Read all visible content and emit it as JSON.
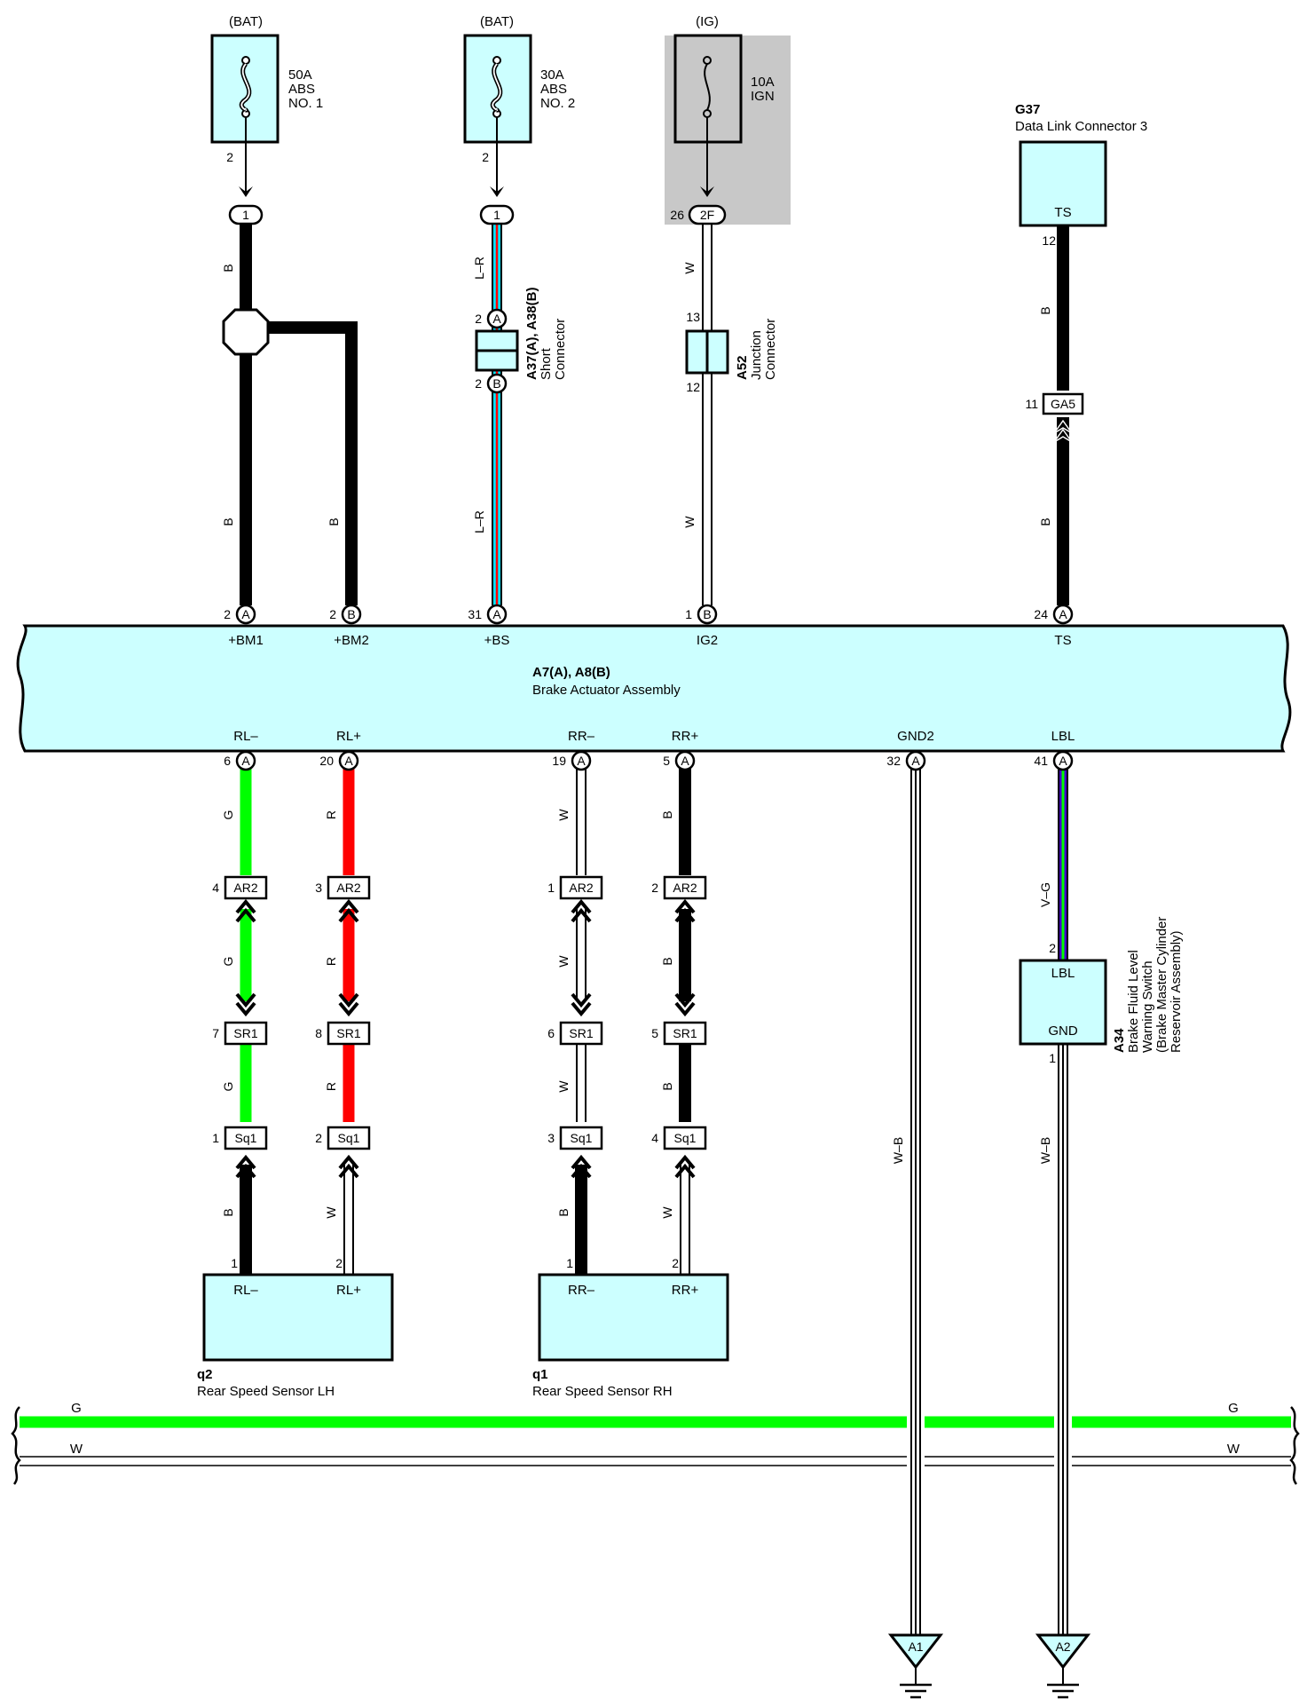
{
  "colors": {
    "component_fill": "#ccffff",
    "wire_black": "#000000",
    "wire_green": "#00ff00",
    "wire_red": "#ff0000",
    "wire_blue": "#00e5ff",
    "wire_violet": "#4400cc",
    "ig_shade": "#c8c8c8"
  },
  "fuses": [
    {
      "source": "(BAT)",
      "rating": "50A",
      "name1": "ABS",
      "name2": "NO. 1",
      "pin": "2",
      "connector": "1"
    },
    {
      "source": "(BAT)",
      "rating": "30A",
      "name1": "ABS",
      "name2": "NO. 2",
      "pin": "2",
      "connector": "1"
    },
    {
      "source": "(IG)",
      "rating": "10A",
      "name1": "IGN",
      "name2": "",
      "pin": "26",
      "connector": "2F"
    }
  ],
  "dlc": {
    "code": "G37",
    "name": "Data Link Connector 3",
    "terminal": "TS",
    "pin": "12",
    "ga5_pin": "11",
    "ga5": "GA5"
  },
  "short_connector": {
    "code": "A37(A), A38(B)",
    "line1": "Short",
    "line2": "Connector",
    "pinA_num": "2",
    "pinA": "A",
    "pinB_num": "2",
    "pinB": "B"
  },
  "junction_connector": {
    "code": "A52",
    "line1": "Junction",
    "line2": "Connector",
    "pin_top": "13",
    "pin_bottom": "12"
  },
  "wire_colors": {
    "B": "B",
    "LR": "L–R",
    "W": "W",
    "G": "G",
    "R": "R",
    "VG": "V–G",
    "WB": "W–B"
  },
  "actuator": {
    "code": "A7(A), A8(B)",
    "name": "Brake Actuator Assembly",
    "top_pins": [
      {
        "num": "2",
        "conn": "A",
        "label": "+BM1"
      },
      {
        "num": "2",
        "conn": "B",
        "label": "+BM2"
      },
      {
        "num": "31",
        "conn": "A",
        "label": "+BS"
      },
      {
        "num": "1",
        "conn": "B",
        "label": "IG2"
      },
      {
        "num": "24",
        "conn": "A",
        "label": "TS"
      }
    ],
    "bottom_pins": [
      {
        "num": "6",
        "conn": "A",
        "label": "RL–"
      },
      {
        "num": "20",
        "conn": "A",
        "label": "RL+"
      },
      {
        "num": "19",
        "conn": "A",
        "label": "RR–"
      },
      {
        "num": "5",
        "conn": "A",
        "label": "RR+"
      },
      {
        "num": "32",
        "conn": "A",
        "label": "GND2"
      },
      {
        "num": "41",
        "conn": "A",
        "label": "LBL"
      }
    ]
  },
  "inline_connectors": {
    "ar2": {
      "name": "AR2",
      "pins": [
        "4",
        "3",
        "1",
        "2"
      ]
    },
    "sr1": {
      "name": "SR1",
      "pins": [
        "7",
        "8",
        "6",
        "5"
      ]
    },
    "sq1": {
      "name": "Sq1",
      "pins": [
        "1",
        "2",
        "3",
        "4"
      ]
    }
  },
  "sensors": [
    {
      "code": "q2",
      "name": "Rear Speed Sensor LH",
      "t1": "RL–",
      "t2": "RL+",
      "p1": "1",
      "p2": "2"
    },
    {
      "code": "q1",
      "name": "Rear Speed Sensor RH",
      "t1": "RR–",
      "t2": "RR+",
      "p1": "1",
      "p2": "2"
    }
  ],
  "fluid_switch": {
    "code": "A34",
    "line1": "Brake Fluid Level",
    "line2": "Warning Switch",
    "line3": "(Brake Master Cylinder",
    "line4": "Reservoir Assembly)",
    "t_top": "LBL",
    "t_bottom": "GND",
    "pin_top": "2",
    "pin_bottom": "1"
  },
  "bus": {
    "g_label": "G",
    "w_label": "W"
  },
  "grounds": [
    "A1",
    "A2"
  ]
}
